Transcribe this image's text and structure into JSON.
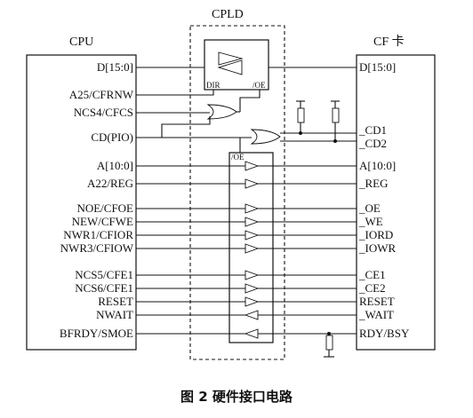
{
  "titles": {
    "cpu": "CPU",
    "cpld": "CPLD",
    "cf": "CF 卡"
  },
  "caption": "图 2   硬件接口电路",
  "cpld_labels": {
    "dir": "DIR",
    "oe_top": "/OE",
    "oe_bus": "/OE"
  },
  "cpu_pins": [
    "D[15:0]",
    "A25/CFRNW",
    "NCS4/CFCS",
    "CD(PIO)",
    "A[10:0]",
    "A22/REG",
    "NOE/CFOE",
    "NEW/CFWE",
    "NWR1/CFIOR",
    "NWR3/CFIOW",
    "NCS5/CFE1",
    "NCS6/CFE1",
    "RESET",
    "NWAIT",
    "BFRDY/SMOE"
  ],
  "cf_pins": [
    "D[15:0]",
    "_CD1",
    "_CD2",
    "A[10:0]",
    "_REG",
    "_OE",
    "_WE",
    "_IORD",
    "_IOWR",
    "_CE1",
    "_CE2",
    "RESET",
    "_WAIT",
    "RDY/BSY"
  ]
}
